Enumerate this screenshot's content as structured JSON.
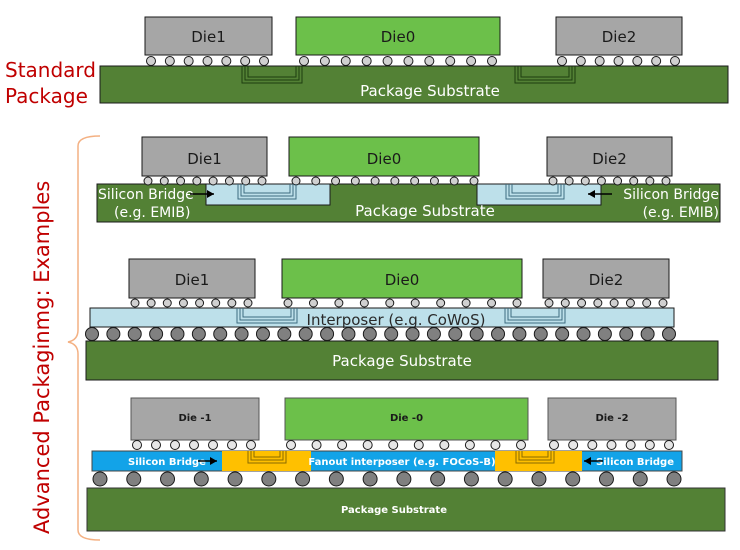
{
  "labels": {
    "standard_line1": "Standard",
    "standard_line2": "Package",
    "advanced": "Advanced Packaginmg: Examples"
  },
  "colors": {
    "label_red": "#c00000",
    "bracket_orange": "#f4b183",
    "substrate_green": "#538135",
    "die_green": "#6cc04a",
    "die_gray": "#a6a6a6",
    "bump_gray": "#d0d0d0",
    "big_bump_gray": "#808080",
    "interposer_blue": "#bde0ea",
    "fanout_blue": "#12a3e8",
    "bridge_orange": "#ffc000",
    "outline": "#1a1a1a"
  },
  "rows": [
    {
      "id": "standard",
      "dies": [
        {
          "label": "Die1",
          "color": "gray"
        },
        {
          "label": "Die0",
          "color": "green"
        },
        {
          "label": "Die2",
          "color": "gray"
        }
      ],
      "substrate_label": "Package Substrate"
    },
    {
      "id": "emib",
      "dies": [
        {
          "label": "Die1",
          "color": "gray"
        },
        {
          "label": "Die0",
          "color": "green"
        },
        {
          "label": "Die2",
          "color": "gray"
        }
      ],
      "substrate_label": "Package Substrate",
      "bridge_left_label": [
        "Silicon Bridge",
        "(e.g. EMIB)"
      ],
      "bridge_right_label": [
        "Silicon Bridge",
        "(e.g. EMIB)"
      ]
    },
    {
      "id": "cowos",
      "dies": [
        {
          "label": "Die1",
          "color": "gray"
        },
        {
          "label": "Die0",
          "color": "green"
        },
        {
          "label": "Die2",
          "color": "gray"
        }
      ],
      "interposer_label": "Interposer (e.g. CoWoS)",
      "substrate_label": "Package Substrate"
    },
    {
      "id": "focos",
      "dies": [
        {
          "label": "Die -1",
          "color": "gray"
        },
        {
          "label": "Die -0",
          "color": "green"
        },
        {
          "label": "Die -2",
          "color": "gray"
        }
      ],
      "interposer_label": "Fanout interposer (e.g. FOCoS-B)",
      "bridge_left_label": "Silicon Bridge",
      "bridge_right_label": "Silicon Bridge",
      "substrate_label": "Package Substrate"
    }
  ]
}
